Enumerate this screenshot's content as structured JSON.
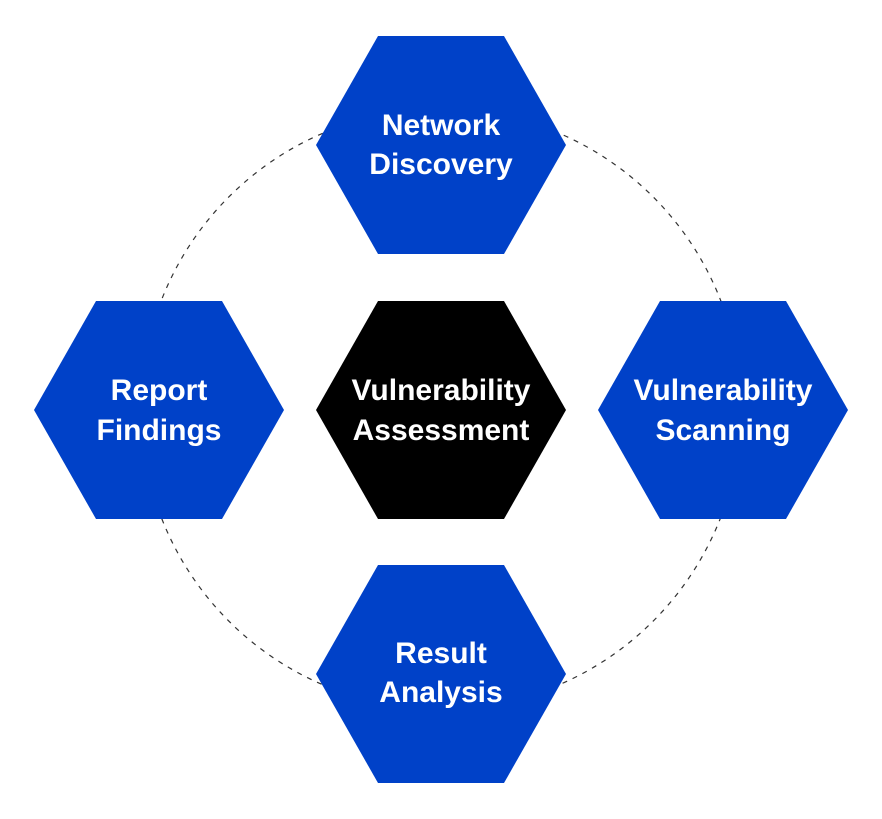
{
  "colors": {
    "outer_hex": "#0041c8",
    "center_hex": "#000000",
    "label_text": "#ffffff",
    "ring_stroke": "#333333",
    "background": "#ffffff"
  },
  "center": {
    "line1": "Vulnerability",
    "line2": "Assessment"
  },
  "nodes": {
    "top": {
      "line1": "Network",
      "line2": "Discovery"
    },
    "right": {
      "line1": "Vulnerability",
      "line2": "Scanning"
    },
    "bottom": {
      "line1": "Result",
      "line2": "Analysis"
    },
    "left": {
      "line1": "Report",
      "line2": "Findings"
    }
  }
}
